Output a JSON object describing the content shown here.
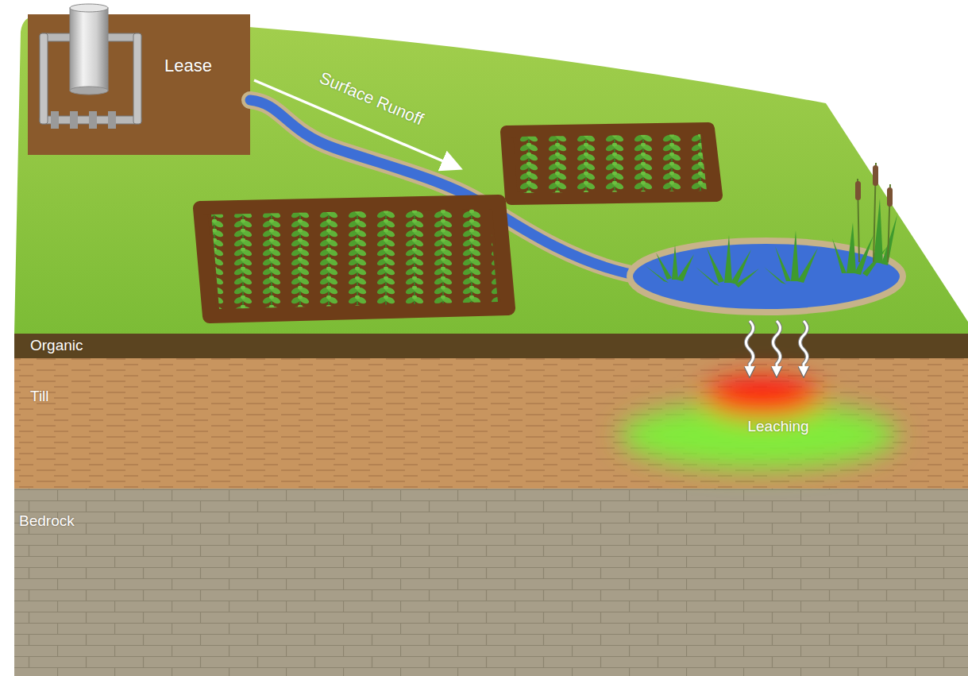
{
  "diagram": {
    "nodes": [
      {
        "text": [
          "Lease"
        ]
      },
      {
        "text": [
          "Organic"
        ]
      },
      {
        "text": [
          "Till"
        ]
      },
      {
        "text": [
          "Leaching"
        ],
        "in": 2
      },
      {
        "text": [
          "Bedrock"
        ]
      }
    ],
    "labels": [
      "Surface Runoff"
    ]
  }
}
